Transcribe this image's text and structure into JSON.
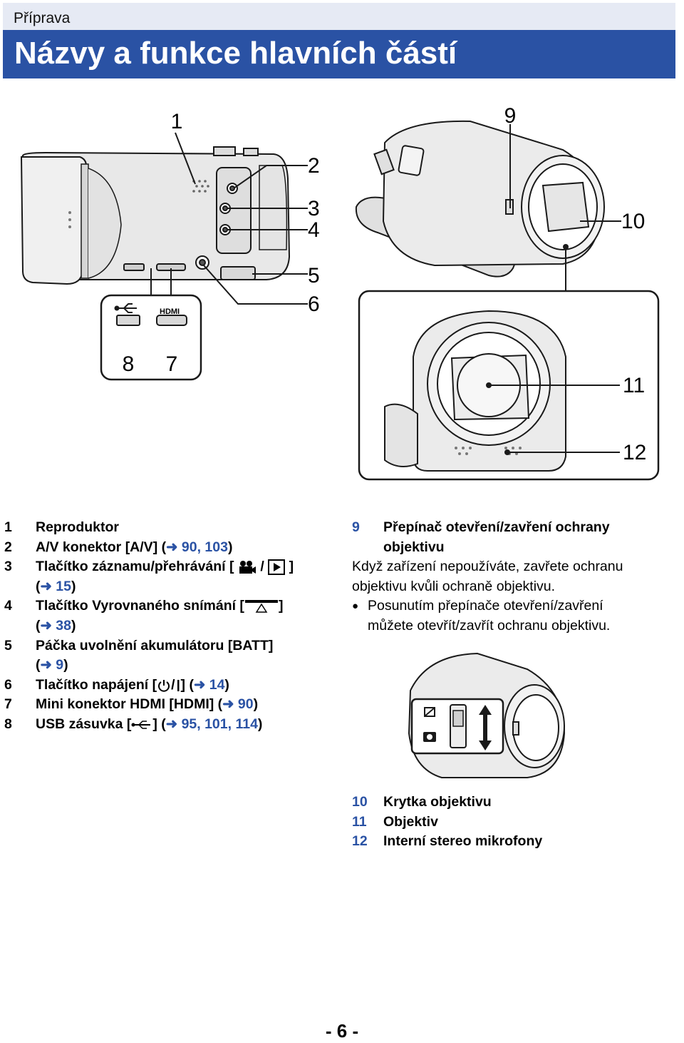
{
  "header": {
    "section": "Příprava",
    "title": "Názvy a funkce hlavních částí"
  },
  "callouts": {
    "c1": "1",
    "c2": "2",
    "c3": "3",
    "c4": "4",
    "c5": "5",
    "c6": "6",
    "c7": "7",
    "c8": "8",
    "c9": "9",
    "c10": "10",
    "c11": "11",
    "c12": "12"
  },
  "port_labels": {
    "hdmi": "HDMI"
  },
  "parts_left": [
    {
      "num": "1",
      "text": "Reproduktor"
    },
    {
      "num": "2",
      "text": "A/V konektor [A/V] (",
      "refs": "90, 103",
      "tail": ")"
    },
    {
      "num": "3",
      "text": "Tlačítko záznamu/přehrávání [",
      "mid": "/",
      "tail": "]",
      "ref_line": "15"
    },
    {
      "num": "4",
      "text": "Tlačítko Vyrovnaného snímání [",
      "tail": "]",
      "ref_line": "38"
    },
    {
      "num": "5",
      "text": "Páčka uvolnění akumulátoru [BATT]",
      "ref_line": "9"
    },
    {
      "num": "6",
      "text": "Tlačítko napájení [",
      "mid": "/",
      "tail": "] (",
      "refs": "14",
      "end": ")"
    },
    {
      "num": "7",
      "text": "Mini konektor HDMI [HDMI] (",
      "refs": "90",
      "tail": ")"
    },
    {
      "num": "8",
      "text": "USB zásuvka [",
      "tail": "] (",
      "refs": "95, 101, 114",
      "end": ")"
    }
  ],
  "part9": {
    "num": "9",
    "title_line1": "Přepínač otevření/zavření ochrany",
    "title_line2": "objektivu",
    "desc_line1": "Když zařízení nepoužíváte, zavřete ochranu",
    "desc_line2": "objektivu kvůli ochraně objektivu.",
    "bullet_line1": "Posunutím přepínače otevření/zavření",
    "bullet_line2": "můžete otevřít/zavřít ochranu objektivu.",
    "bullet": "●"
  },
  "parts_right": [
    {
      "num": "10",
      "text": "Krytka objektivu"
    },
    {
      "num": "11",
      "text": "Objektiv"
    },
    {
      "num": "12",
      "text": "Interní stereo mikrofony"
    }
  ],
  "arrow_glyph": "➜",
  "page_number": "- 6 -",
  "colors": {
    "accent": "#2a52a4",
    "header_bg": "#e6eaf4",
    "device": "#e9e9e9",
    "outline": "#1a1a1a"
  },
  "icons": [
    "movie-camera-icon",
    "play-icon",
    "level-shot-icon",
    "power-icon",
    "usb-icon",
    "lens-closed-icon",
    "lens-open-icon"
  ]
}
